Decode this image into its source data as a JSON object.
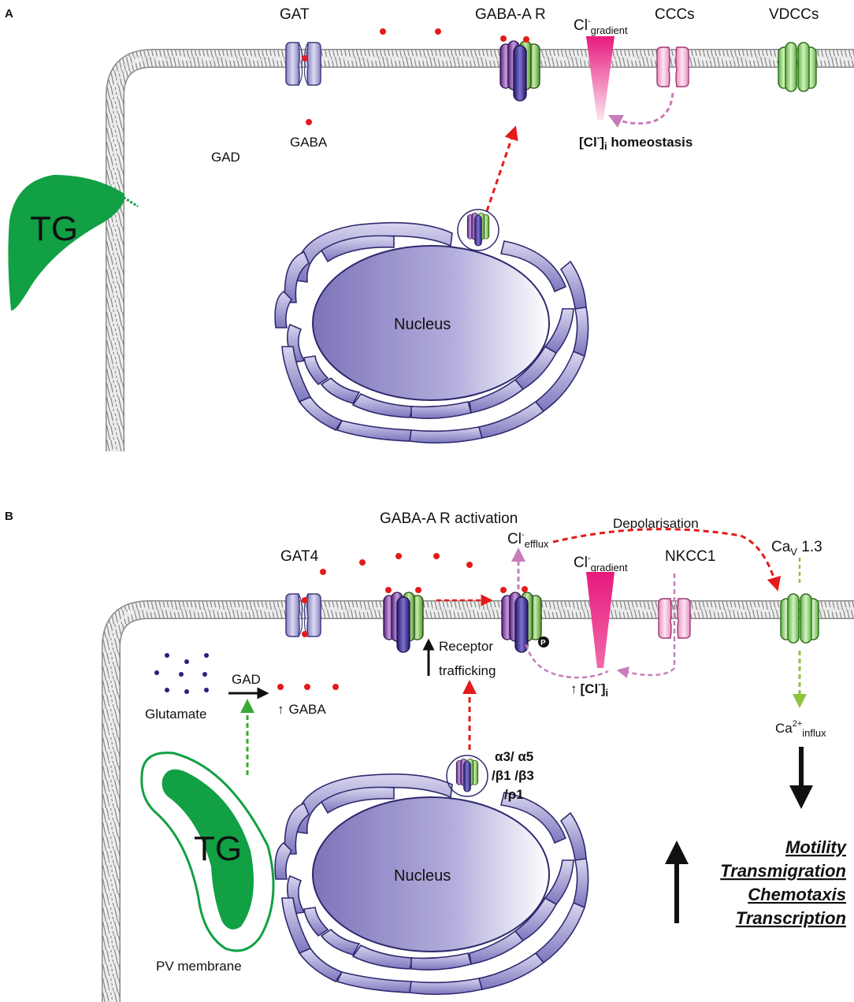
{
  "panels": {
    "a": {
      "letter": "A",
      "gat_label": "GAT",
      "gabaa_label": "GABA-A R",
      "cl_gradient": {
        "ion": "Cl",
        "charge": "-",
        "subscript": "gradient"
      },
      "cccs_label": "CCCs",
      "vdccs_label": "VDCCs",
      "gaba_label": "GABA",
      "gad_label": "GAD",
      "cl_homeostasis": {
        "open": "[Cl",
        "charge": "-",
        "close": "]",
        "subscript": "i",
        "text": " homeostasis"
      },
      "tg_label": "TG",
      "nucleus_label": "Nucleus"
    },
    "b": {
      "letter": "B",
      "gabaa_activation": "GABA-A R activation",
      "depolarisation": "Depolarisation",
      "cav_label": {
        "main": "Ca",
        "subscript": "V",
        "rest": " 1.3"
      },
      "gat4_label": "GAT4",
      "cl_efflux": {
        "ion": "Cl",
        "charge": "-",
        "subscript": "efflux"
      },
      "cl_gradient": {
        "ion": "Cl",
        "charge": "-",
        "subscript": "gradient"
      },
      "nkcc1_label": "NKCC1",
      "glutamate_label": "Glutamate",
      "gad_label": "GAD",
      "gaba_label": "GABA",
      "up_arrow_glyph": "↑",
      "receptor_trafficking": [
        "Receptor",
        "trafficking"
      ],
      "cli_label": {
        "open": "[Cl",
        "charge": "-",
        "close": "]",
        "subscript": "i"
      },
      "phospho_label": "P",
      "subunits": [
        "α3/ α5",
        "/β1 /β3",
        "/ρ1"
      ],
      "ca_influx": {
        "ion": "Ca",
        "charge": "2+",
        "subscript": "influx"
      },
      "outcomes": [
        "Motility",
        "Transmigration",
        "Chemotaxis",
        "Transcription"
      ],
      "tg_label": "TG",
      "pv_membrane": "PV membrane",
      "nucleus_label": "Nucleus"
    }
  },
  "colors": {
    "membrane": "#9a9a9a",
    "gaba_dot": "#e41b1b",
    "glutamate_dot": "#23237a",
    "tg_green": "#11a044",
    "transporter_lilac": "#a9a6d4",
    "cccs_pink": "#f0a6cd",
    "vdcc_green": "#8fd36a",
    "receptor_purple": "#7b3f9c",
    "receptor_green": "#7ec34f",
    "receptor_indigo": "#3d2a8c",
    "gradient_magenta": "#e8197d",
    "er_lavender": "#8c87c7",
    "nucleus_lavender": "#8f86c5",
    "red_arrow": "#e41b1b",
    "pink_arrow": "#c77dba",
    "green_arrow": "#3aaa35"
  }
}
